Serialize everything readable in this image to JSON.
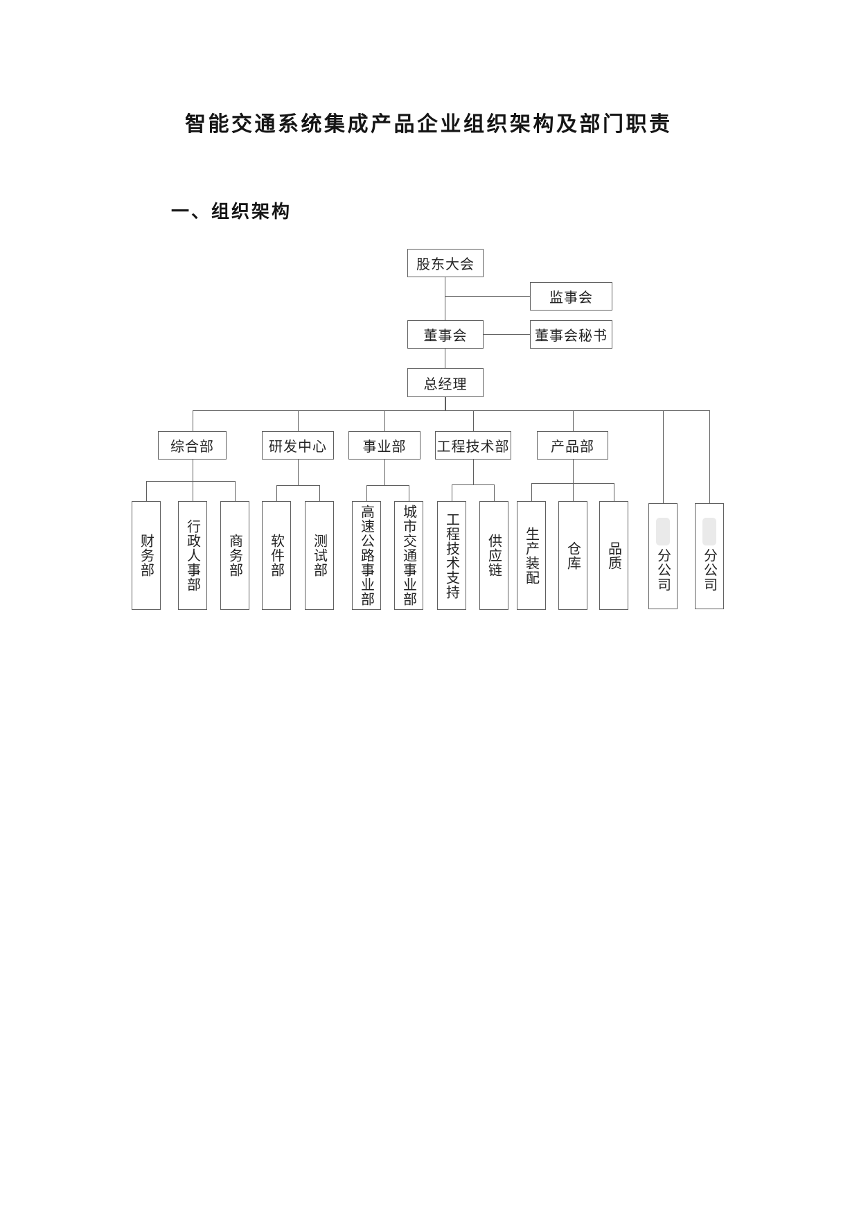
{
  "document": {
    "title": "智能交通系统集成产品企业组织架构及部门职责",
    "section_heading": "一、组织架构"
  },
  "nodes": {
    "shareholders_meeting": "股东大会",
    "supervisory_board": "监事会",
    "board_of_directors": "董事会",
    "board_secretary": "董事会秘书",
    "general_manager": "总经理",
    "general_affairs_dept": "综合部",
    "rd_center": "研发中心",
    "business_division": "事业部",
    "engineering_tech_dept": "工程技术部",
    "product_dept": "产品部",
    "finance_dept": "财务部",
    "admin_hr_dept": "行政人事部",
    "commerce_dept": "商务部",
    "software_dept": "软件部",
    "testing_dept": "测试部",
    "highway_business_dept": "高速公路事业部",
    "urban_traffic_business_dept": "城市交通事业部",
    "engineering_tech_support": "工程技术支持",
    "supply_chain": "供应链",
    "production_assembly": "生产装配",
    "warehouse": "仓库",
    "quality": "品质",
    "branch_company_1": "分公司",
    "branch_company_2": "分公司"
  }
}
